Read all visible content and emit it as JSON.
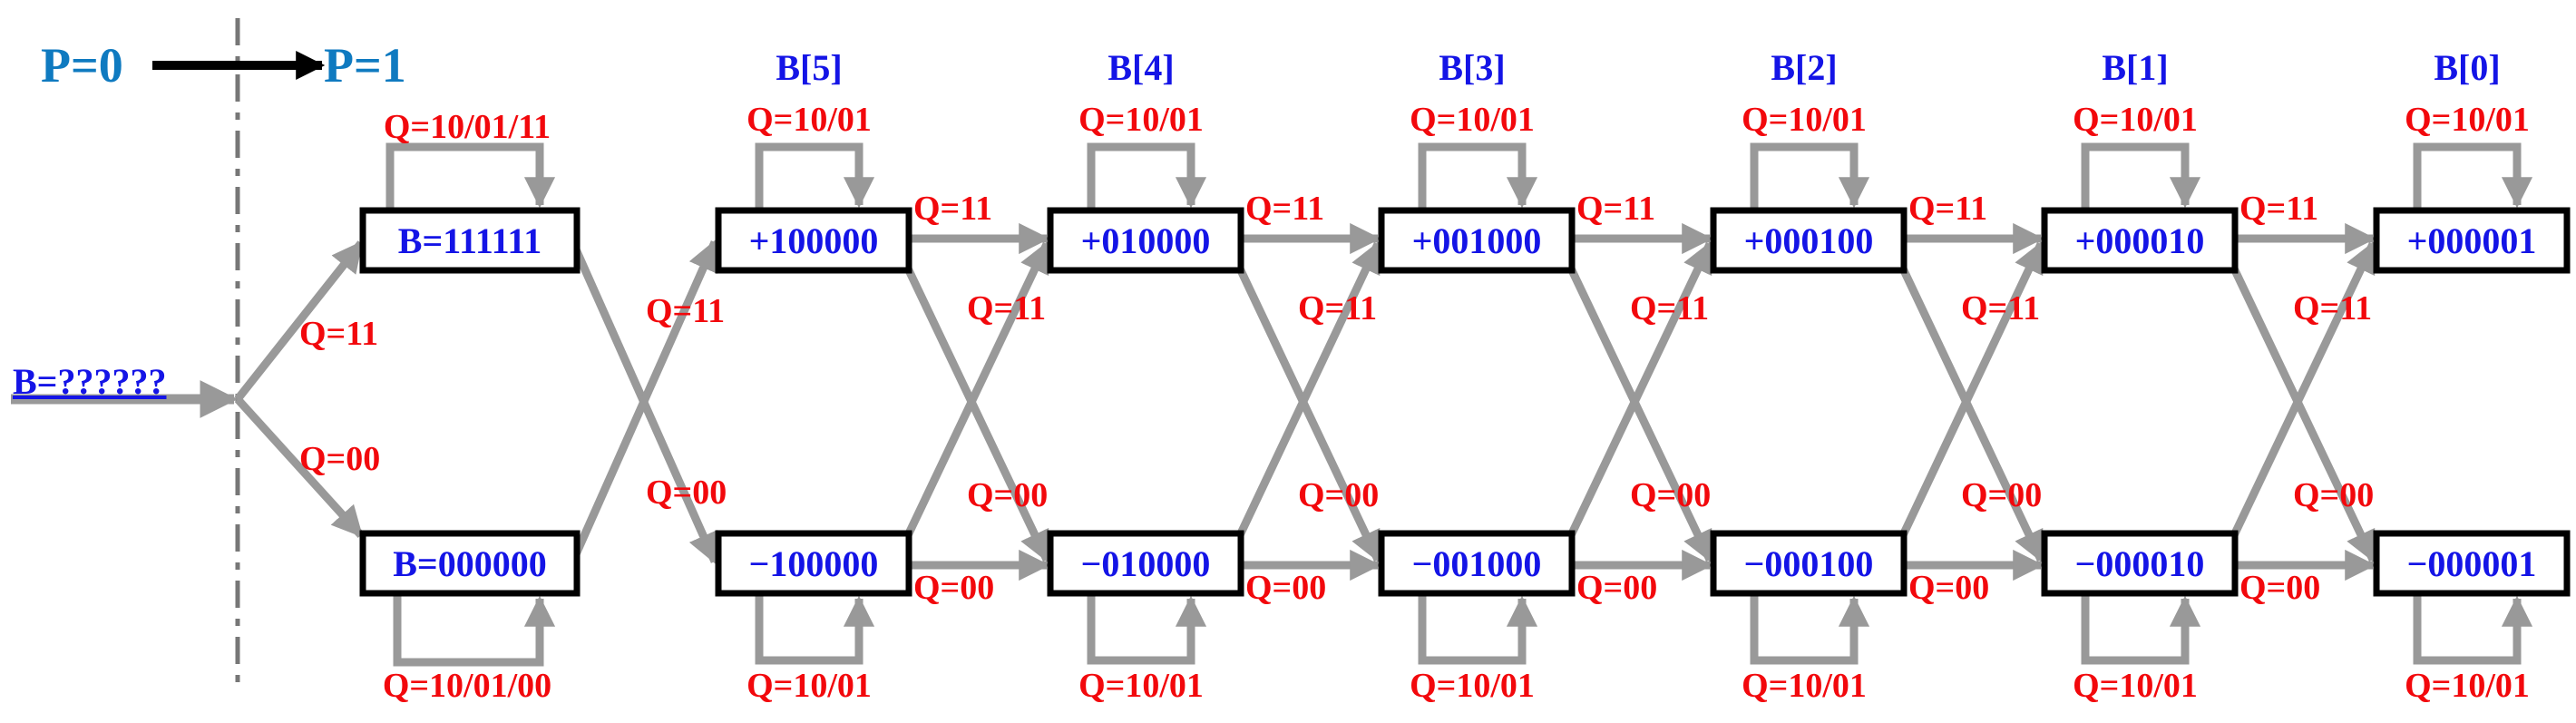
{
  "colors": {
    "q_label": "#f2080c",
    "state_text": "#1414e6",
    "phase_text": "#0f7ac0",
    "arrow": "#999999",
    "box_border": "#000000"
  },
  "phase": {
    "before": "P=0",
    "after": "P=1"
  },
  "input": {
    "label": "B=??????"
  },
  "init_states": {
    "top": "B=111111",
    "bottom": "B=000000",
    "branch_top_q": "Q=11",
    "branch_bottom_q": "Q=00",
    "top_loop_q": "Q=10/01/11",
    "bottom_loop_q": "Q=10/01/00"
  },
  "bit_stages": [
    {
      "bit": "B[5]",
      "plus": "+100000",
      "minus": "−100000"
    },
    {
      "bit": "B[4]",
      "plus": "+010000",
      "minus": "−010000"
    },
    {
      "bit": "B[3]",
      "plus": "+001000",
      "minus": "−001000"
    },
    {
      "bit": "B[2]",
      "plus": "+000100",
      "minus": "−000100"
    },
    {
      "bit": "B[1]",
      "plus": "+000010",
      "minus": "−000010"
    },
    {
      "bit": "B[0]",
      "plus": "+000001",
      "minus": "−000001"
    }
  ],
  "transition_labels": {
    "loop_q": "Q=10/01",
    "straight_plus_q": "Q=11",
    "straight_minus_q": "Q=00",
    "cross_up_q": "Q=11",
    "cross_down_q": "Q=00"
  }
}
